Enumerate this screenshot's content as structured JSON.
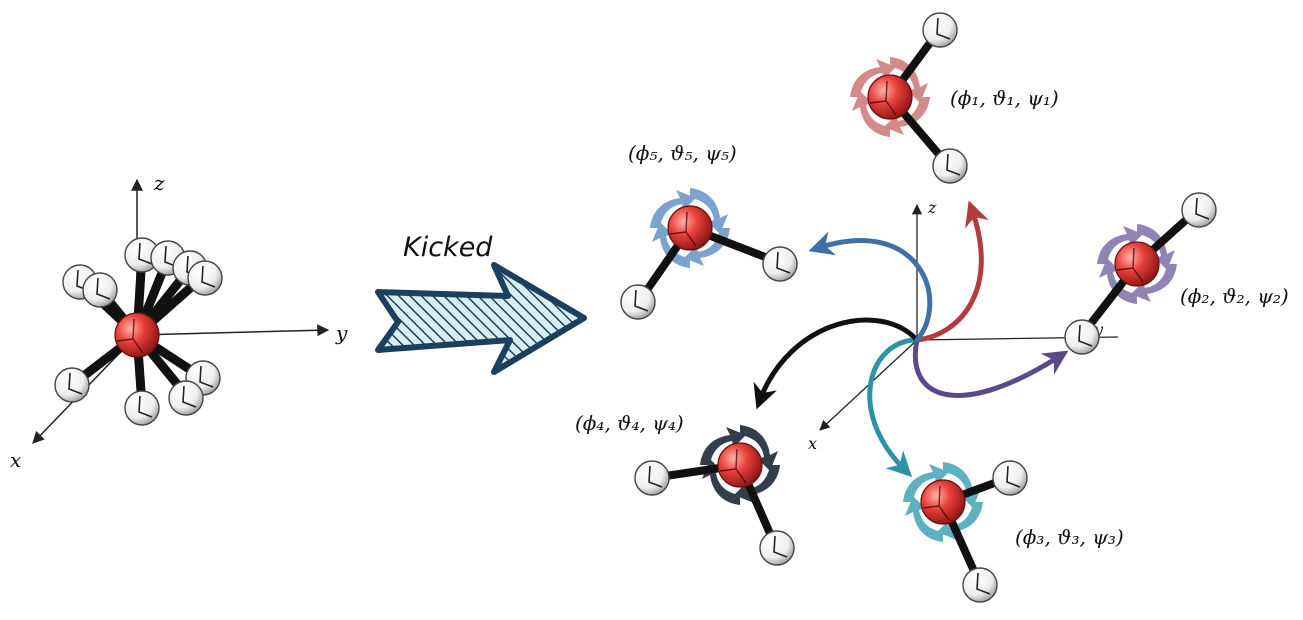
{
  "axes_left": {
    "x": "x",
    "y": "y",
    "z": "z"
  },
  "axes_right": {
    "x": "x",
    "y": "y",
    "z": "z"
  },
  "kick_label": "Kicked",
  "colors": {
    "oxygen": "#e8403a",
    "hydrogen": "#ffffff",
    "bond": "#111111",
    "kick_arrow_fill": "#1c3f5e",
    "orientation_1": "#b23c3c",
    "orientation_2": "#5b4a8a",
    "orientation_3": "#2f93a8",
    "orientation_4": "#1e2a3a",
    "orientation_5": "#3f70a6"
  },
  "orientations": [
    {
      "id": 1,
      "label": "(ϕ₁, ϑ₁, ψ₁)"
    },
    {
      "id": 2,
      "label": "(ϕ₂, ϑ₂, ψ₂)"
    },
    {
      "id": 3,
      "label": "(ϕ₃, ϑ₃, ψ₃)"
    },
    {
      "id": 4,
      "label": "(ϕ₄, ϑ₄, ψ₄)"
    },
    {
      "id": 5,
      "label": "(ϕ₅, ϑ₅, ψ₅)"
    }
  ]
}
